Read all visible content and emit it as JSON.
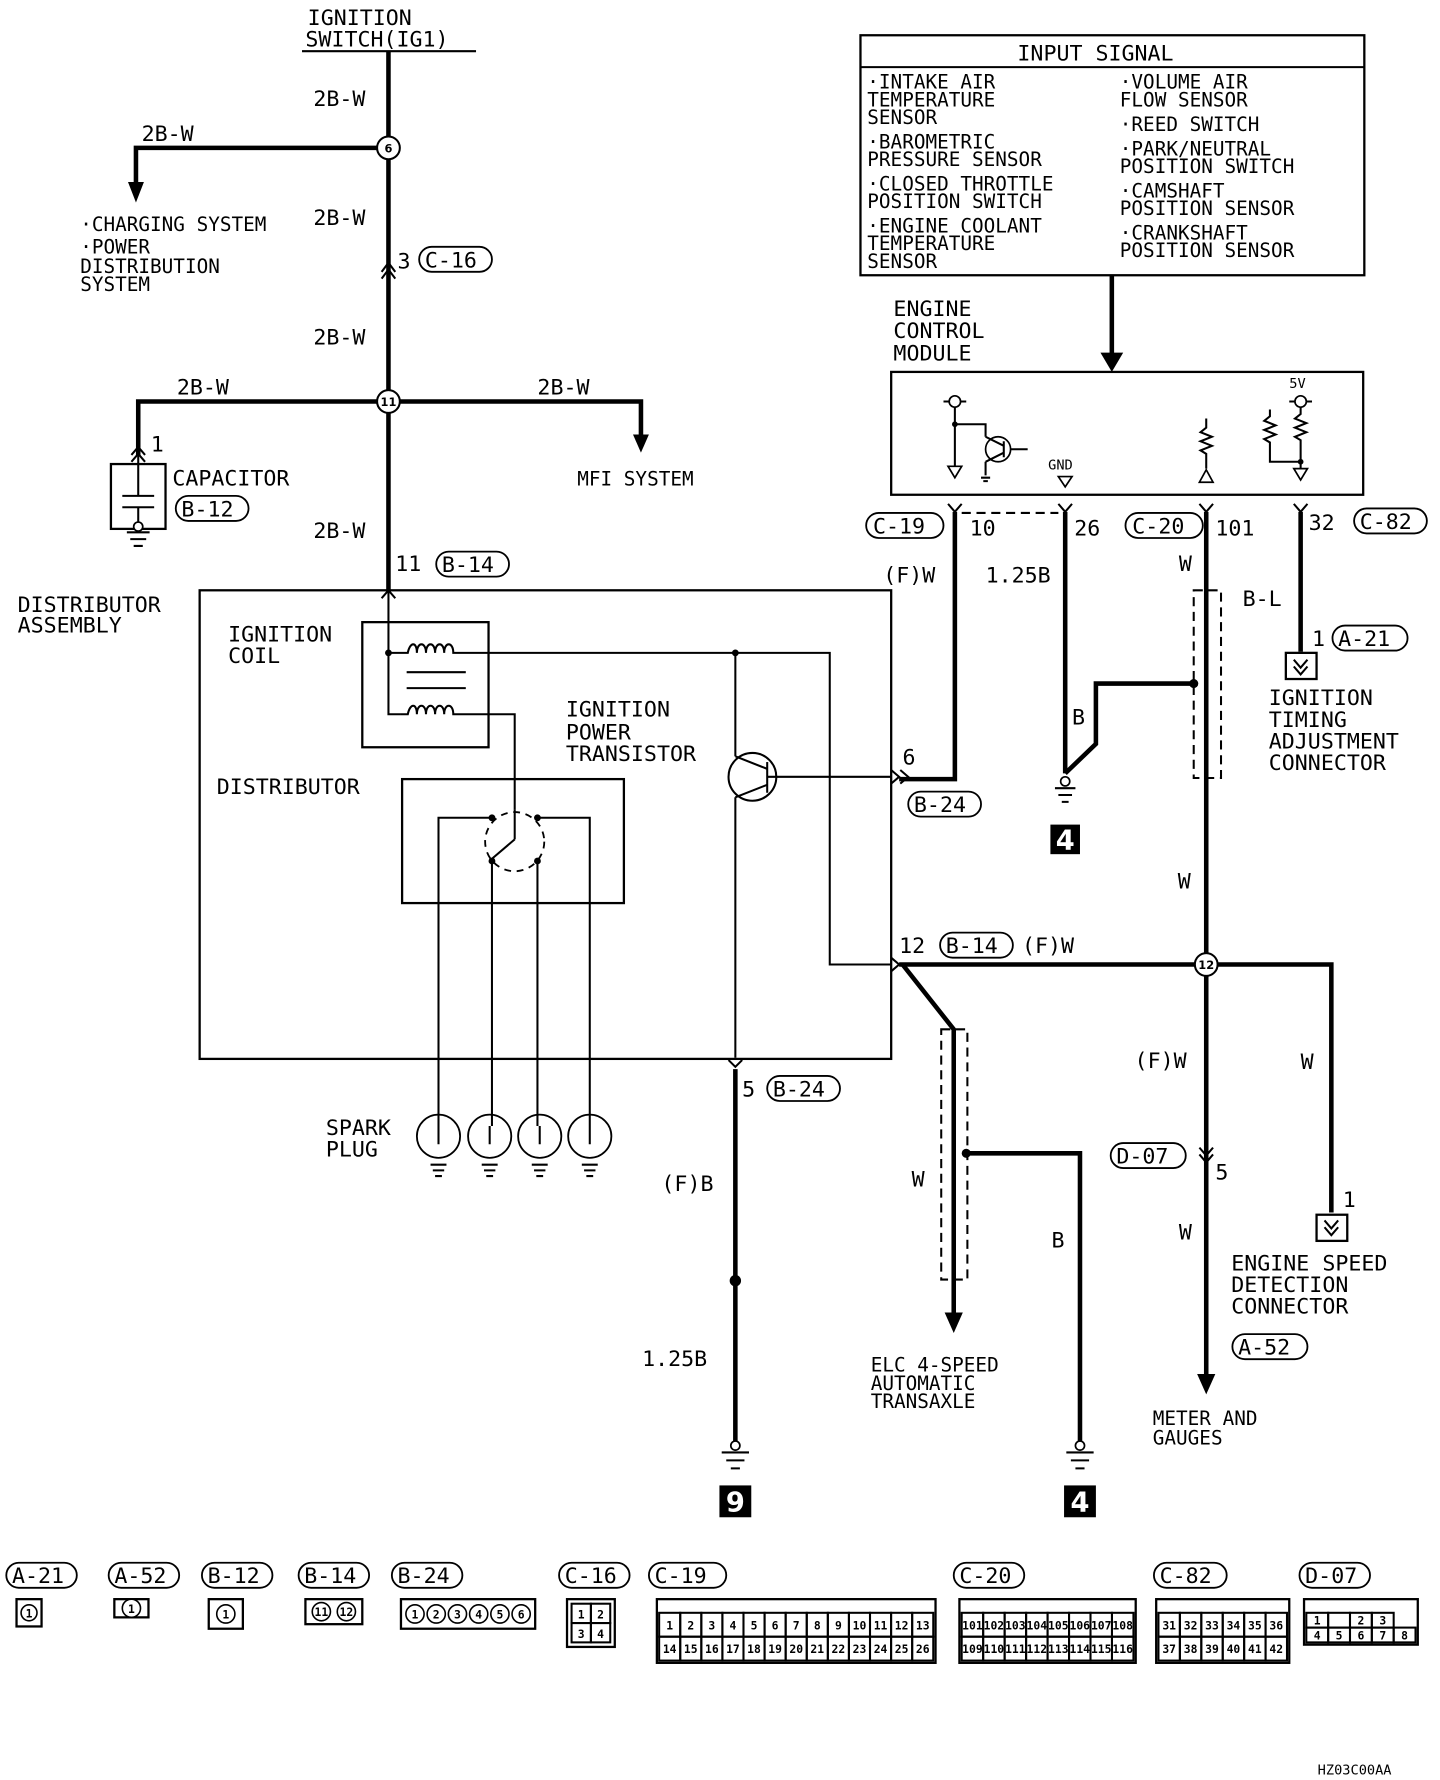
{
  "ignition_switch": {
    "line1": "IGNITION",
    "line2": "SWITCH(IG1)"
  },
  "wire_colors": {
    "w2bw": "2B-W",
    "fw": "(F)W",
    "w125b": "1.25B",
    "b": "B",
    "w": "W",
    "bl": "B-L",
    "fb": "(F)B"
  },
  "splices": {
    "s6": "6",
    "s11": "11",
    "s12": "12"
  },
  "charging_targets": [
    "·CHARGING SYSTEM",
    "·POWER",
    " DISTRIBUTION",
    " SYSTEM"
  ],
  "mfi": "MFI SYSTEM",
  "capacitor": {
    "label": "CAPACITOR",
    "connector": "B-12",
    "pin": "1"
  },
  "c16": {
    "pin": "3",
    "connector": "C-16"
  },
  "b14_top": {
    "pin": "11",
    "connector": "B-14"
  },
  "distributor_assembly": [
    "DISTRIBUTOR",
    "ASSEMBLY"
  ],
  "ignition_coil": [
    "IGNITION",
    "COIL"
  ],
  "distributor": "DISTRIBUTOR",
  "power_transistor": [
    "IGNITION",
    "POWER",
    "TRANSISTOR"
  ],
  "spark_plug": [
    "SPARK",
    "PLUG"
  ],
  "input_signal": {
    "title": "INPUT SIGNAL",
    "left": [
      [
        "·INTAKE AIR",
        " TEMPERATURE",
        " SENSOR"
      ],
      [
        "·BAROMETRIC",
        " PRESSURE SENSOR"
      ],
      [
        "·CLOSED THROTTLE",
        " POSITION SWITCH"
      ],
      [
        "·ENGINE COOLANT",
        " TEMPERATURE",
        " SENSOR"
      ]
    ],
    "right": [
      [
        "·VOLUME AIR",
        " FLOW SENSOR"
      ],
      [
        "·REED SWITCH"
      ],
      [
        "·PARK/NEUTRAL",
        " POSITION SWITCH"
      ],
      [
        "·CAMSHAFT",
        " POSITION SENSOR"
      ],
      [
        "·CRANKSHAFT",
        " POSITION SENSOR"
      ]
    ]
  },
  "ecm": {
    "lines": [
      "ENGINE",
      "CONTROL",
      "MODULE"
    ],
    "gnd": "GND",
    "v5": "5V"
  },
  "ecm_pins": {
    "c19": {
      "connector": "C-19",
      "pin10": "10",
      "pin26": "26"
    },
    "c20": {
      "connector": "C-20",
      "pin": "101"
    },
    "c82": {
      "connector": "C-82",
      "pin": "32"
    }
  },
  "b24_pin6": {
    "pin": "6",
    "connector": "B-24"
  },
  "b24_pin5": {
    "pin": "5",
    "connector": "B-24"
  },
  "b14_pin12": {
    "pin": "12",
    "connector": "B-14"
  },
  "a21": {
    "pin": "1",
    "connector": "A-21",
    "label": [
      "IGNITION",
      "TIMING",
      "ADJUSTMENT",
      "CONNECTOR"
    ]
  },
  "a52": {
    "pin": "1",
    "connector": "A-52",
    "label": [
      "ENGINE SPEED",
      "DETECTION",
      "CONNECTOR"
    ]
  },
  "d07": {
    "pin": "5",
    "connector": "D-07"
  },
  "elc": [
    "ELC 4-SPEED",
    "AUTOMATIC",
    "TRANSAXLE"
  ],
  "meter": [
    "METER AND",
    "GAUGES"
  ],
  "ground_points": {
    "g4a": "4",
    "g9": "9",
    "g4b": "4"
  },
  "connector_views": [
    {
      "id": "A-21",
      "pins": [
        "1"
      ]
    },
    {
      "id": "A-52",
      "pins": [
        "1"
      ]
    },
    {
      "id": "B-12",
      "pins": [
        "1"
      ]
    },
    {
      "id": "B-14",
      "pins": [
        "11",
        "12"
      ]
    },
    {
      "id": "B-24",
      "pins": [
        "1",
        "2",
        "3",
        "4",
        "5",
        "6"
      ]
    },
    {
      "id": "C-16",
      "pins": [
        "1",
        "2",
        "3",
        "4"
      ]
    },
    {
      "id": "C-19",
      "rows": [
        [
          "1",
          "2",
          "3",
          "4",
          "5",
          "6",
          "7",
          "8",
          "9",
          "10",
          "11",
          "12",
          "13"
        ],
        [
          "14",
          "15",
          "16",
          "17",
          "18",
          "19",
          "20",
          "21",
          "22",
          "23",
          "24",
          "25",
          "26"
        ]
      ]
    },
    {
      "id": "C-20",
      "rows": [
        [
          "101",
          "102",
          "103",
          "104",
          "105",
          "106",
          "107",
          "108"
        ],
        [
          "109",
          "110",
          "111",
          "112",
          "113",
          "114",
          "115",
          "116"
        ]
      ]
    },
    {
      "id": "C-82",
      "rows": [
        [
          "31",
          "32",
          "33",
          "34",
          "35",
          "36"
        ],
        [
          "37",
          "38",
          "39",
          "40",
          "41",
          "42"
        ]
      ]
    },
    {
      "id": "D-07",
      "rows": [
        [
          "1",
          "",
          "2",
          "3"
        ],
        [
          "4",
          "5",
          "6",
          "7",
          "8"
        ]
      ]
    }
  ],
  "figure_code": "HZ03C00AA"
}
